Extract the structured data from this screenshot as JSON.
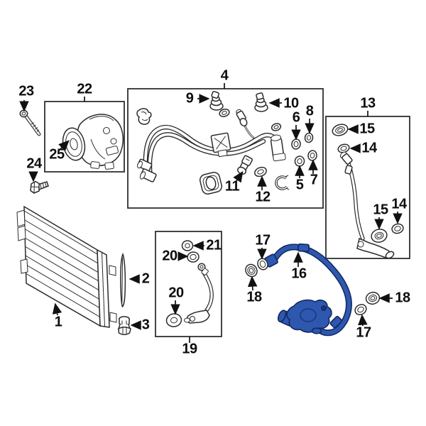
{
  "figure": {
    "type": "parts-diagram",
    "background_color": "#ffffff",
    "line_color": "#2b2b2b",
    "box_color": "#2f2f2f",
    "label_color": "#0d0d0d",
    "highlight_color": "#2e57b0",
    "highlight_outline_color": "#10295f"
  },
  "callouts": {
    "c1": "1",
    "c2": "2",
    "c3": "3",
    "c4": "4",
    "c5": "5",
    "c6": "6",
    "c7": "7",
    "c8": "8",
    "c9": "9",
    "c10": "10",
    "c11": "11",
    "c12": "12",
    "c13": "13",
    "c14a": "14",
    "c14b": "14",
    "c15a": "15",
    "c15b": "15",
    "c16": "16",
    "c17a": "17",
    "c17b": "17",
    "c18a": "18",
    "c18b": "18",
    "c19": "19",
    "c20a": "20",
    "c20b": "20",
    "c21": "21",
    "c22": "22",
    "c23": "23",
    "c24": "24",
    "c25": "25"
  }
}
